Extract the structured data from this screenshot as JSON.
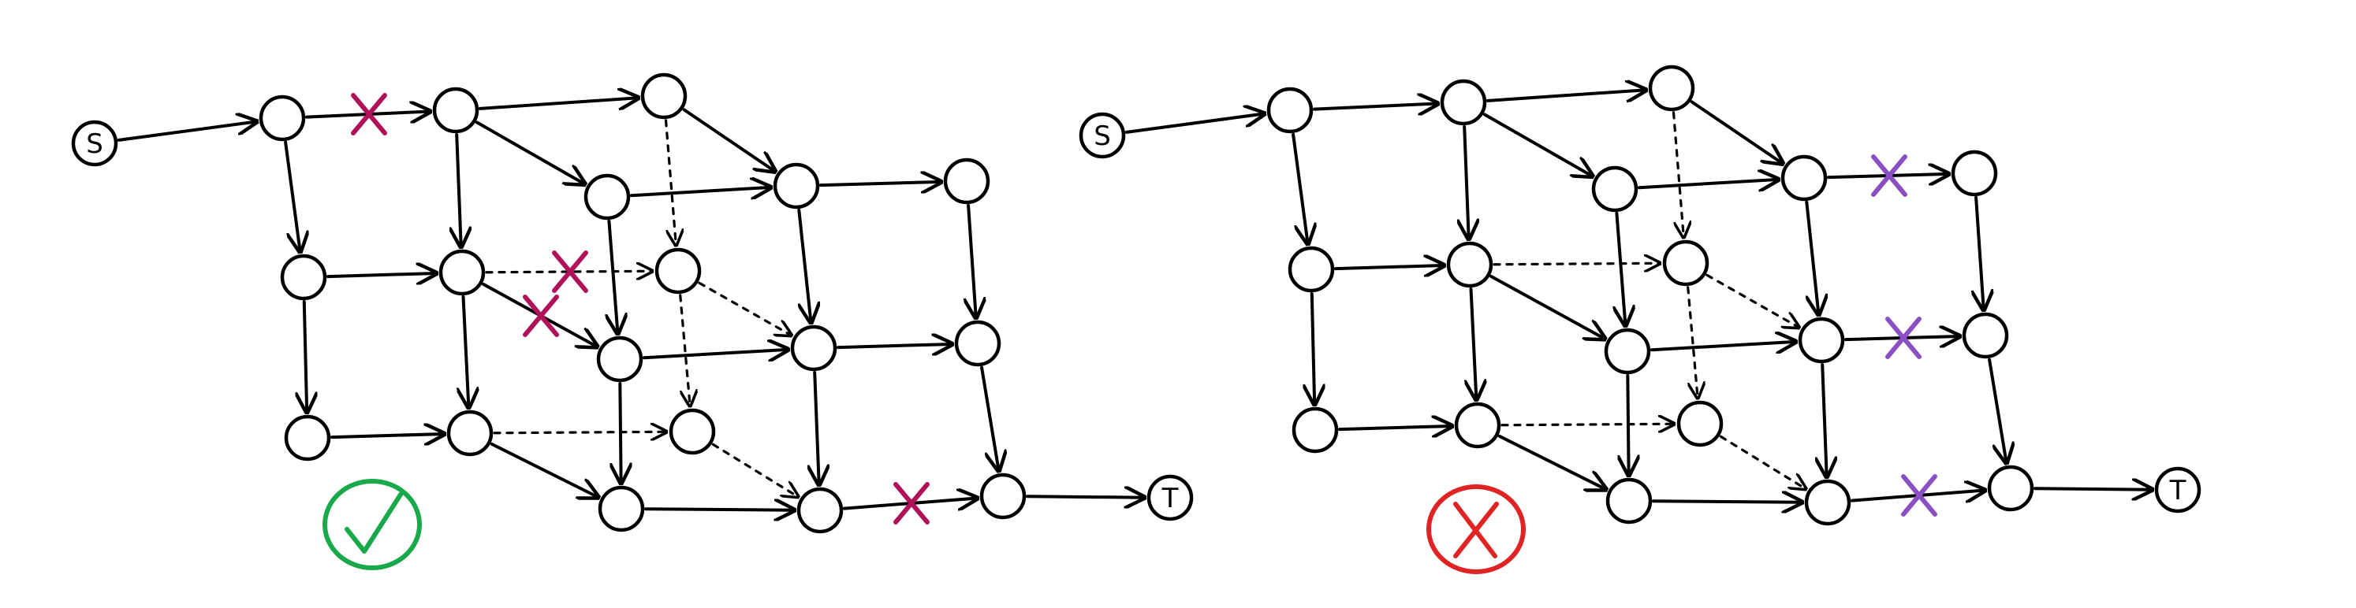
{
  "colors": {
    "ink": "#000000",
    "cut_left": "#b0125a",
    "cut_right": "#8a4fc2",
    "valid": "#19a84a",
    "invalid": "#e02424"
  },
  "diagrams": [
    {
      "source_label": "S",
      "sink_label": "T",
      "verdict": "valid",
      "verdict_icon": "checkmark-icon",
      "cut_color_key": "cut_left"
    },
    {
      "source_label": "S",
      "sink_label": "T",
      "verdict": "invalid",
      "verdict_icon": "cross-icon",
      "cut_color_key": "cut_right"
    }
  ]
}
